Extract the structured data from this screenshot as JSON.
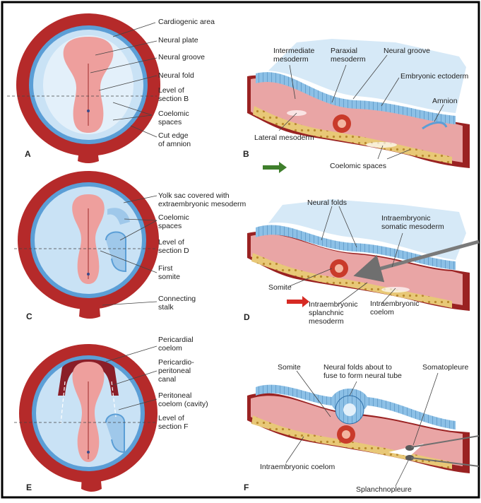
{
  "colors": {
    "frame": "#000000",
    "uterine_wall": "#b52a2a",
    "uterine_wall_dark": "#8e1f1f",
    "amnion_blue": "#5b9ed6",
    "cavity_blue": "#c7e0f3",
    "embryo_pink": "#eea6a4",
    "ectoderm_blue": "#6fa9d8",
    "mesoderm_pink": "#e7a2a2",
    "yolk_tan": "#e7c77c",
    "green_arrow": "#3f7f2c",
    "red_arrow": "#d62a24",
    "gray_arrow": "#7a7a7a"
  },
  "panels": {
    "A": {
      "letter": "A",
      "labels": [
        "Cardiogenic area",
        "Neural plate",
        "Neural groove",
        "Neural fold",
        "Level of",
        "section B",
        "Coelomic",
        "spaces",
        "Cut edge",
        "of amnion"
      ]
    },
    "B": {
      "letter": "B",
      "labels": [
        "Intermediate",
        "mesoderm",
        "Paraxial",
        "mesoderm",
        "Neural groove",
        "Embryonic ectoderm",
        "Amnion",
        "Lateral mesoderm",
        "Coelomic spaces"
      ]
    },
    "C": {
      "letter": "C",
      "labels": [
        "Yolk sac covered with",
        "extraembryonic mesoderm",
        "Coelomic",
        "spaces",
        "Level of",
        "section D",
        "First",
        "somite",
        "Connecting",
        "stalk"
      ]
    },
    "D": {
      "letter": "D",
      "labels": [
        "Neural folds",
        "Intraembryonic",
        "somatic mesoderm",
        "Somite",
        "Intraembryonic",
        "splanchnic",
        "mesoderm",
        "Intraembryonic",
        "coelom"
      ]
    },
    "E": {
      "letter": "E",
      "labels": [
        "Pericardial",
        "coelom",
        "Pericardio-",
        "peritoneal",
        "canal",
        "Peritoneal",
        "coelom (cavity)",
        "Level of",
        "section F"
      ]
    },
    "F": {
      "letter": "F",
      "labels": [
        "Somite",
        "Neural folds about to",
        "fuse to form neural tube",
        "Somatopleure",
        "Intraembryonic coelom",
        "Splanchnopleure"
      ]
    }
  }
}
